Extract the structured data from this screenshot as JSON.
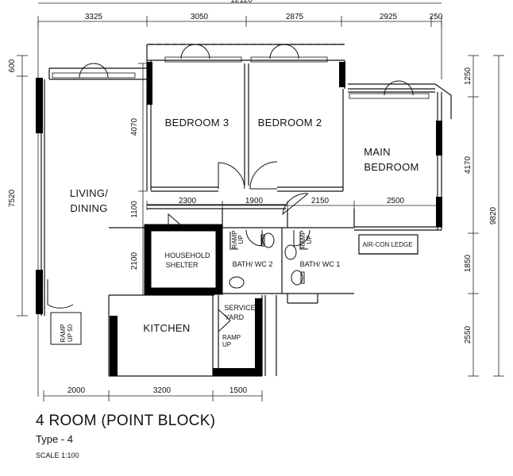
{
  "caption": {
    "title": "4 ROOM (POINT BLOCK)",
    "subtitle": "Type - 4",
    "scale": "SCALE 1:100"
  },
  "dimensions": {
    "overall_top": "12120",
    "top": [
      "3325",
      "3050",
      "2875",
      "2925",
      "250"
    ],
    "left": [
      "600",
      "7520"
    ],
    "middle": [
      "2300",
      "1900",
      "2150",
      "2500"
    ],
    "bottom": [
      "2000",
      "3200",
      "1500"
    ],
    "right_inner": [
      "1250",
      "4170",
      "1850",
      "2550"
    ],
    "right_outer": "9820",
    "vertical_inner": [
      "4070",
      "1100",
      "2100"
    ]
  },
  "rooms": {
    "bedroom3": "BEDROOM  3",
    "bedroom2": "BEDROOM  2",
    "main_bedroom_line1": "MAIN",
    "main_bedroom_line2": "BEDROOM",
    "living_line1": "LIVING/",
    "living_line2": "DINING",
    "household_line1": "HOUSEHOLD",
    "household_line2": "SHELTER",
    "bath2": "BATH/ WC  2",
    "bath1": "BATH/ WC  1",
    "kitchen": "KITCHEN",
    "service_line1": "SERVICE",
    "service_line2": "YARD",
    "aircon": "AIR-CON LEDGE"
  },
  "labels": {
    "ramp": "RAMP",
    "up": "UP",
    "ramp_up_50_line1": "RAMP",
    "ramp_up_50_line2": "UP 50"
  }
}
